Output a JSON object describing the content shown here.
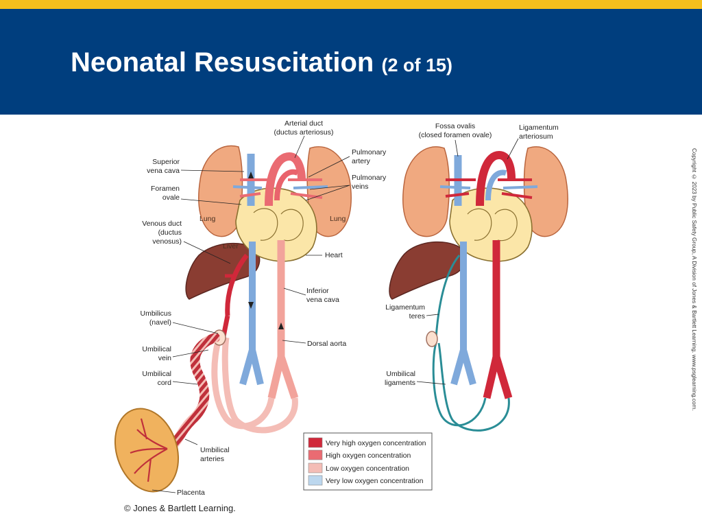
{
  "title": {
    "main": "Neonatal Resuscitation",
    "sub": "(2 of 15)"
  },
  "footer": {
    "copyright": "© Jones & Bartlett Learning."
  },
  "side_copyright": "Copyright © 2023 by Public Safety Group, A Division of Jones & Bartlett Learning. www.psglearning.com.",
  "fetal_labels": {
    "arterial_duct_1": "Arterial duct",
    "arterial_duct_2": "(ductus arteriosus)",
    "superior_vc_1": "Superior",
    "superior_vc_2": "vena cava",
    "foramen_1": "Foramen",
    "foramen_2": "ovale",
    "venous_duct_1": "Venous duct",
    "venous_duct_2": "(ductus",
    "venous_duct_3": "venosus)",
    "pulm_artery_1": "Pulmonary",
    "pulm_artery_2": "artery",
    "pulm_veins_1": "Pulmonary",
    "pulm_veins_2": "veins",
    "lung_left": "Lung",
    "lung_right": "Lung",
    "liver": "Liver",
    "heart": "Heart",
    "ivc_1": "Inferior",
    "ivc_2": "vena cava",
    "umbilicus_1": "Umbilicus",
    "umbilicus_2": "(navel)",
    "umb_vein_1": "Umbilical",
    "umb_vein_2": "vein",
    "umb_cord_1": "Umbilical",
    "umb_cord_2": "cord",
    "dorsal_aorta": "Dorsal aorta",
    "umb_arteries_1": "Umbilical",
    "umb_arteries_2": "arteries",
    "placenta": "Placenta"
  },
  "newborn_labels": {
    "fossa_1": "Fossa ovalis",
    "fossa_2": "(closed foramen ovale)",
    "lig_art_1": "Ligamentum",
    "lig_art_2": "arteriosum",
    "lig_teres_1": "Ligamentum",
    "lig_teres_2": "teres",
    "umb_lig_1": "Umbilical",
    "umb_lig_2": "ligaments"
  },
  "legend": [
    {
      "label": "Very high oxygen concentration",
      "color": "#d0283a"
    },
    {
      "label": "High oxygen concentration",
      "color": "#ea6b72"
    },
    {
      "label": "Low oxygen concentration",
      "color": "#f4bdb6"
    },
    {
      "label": "Very low oxygen concentration",
      "color": "#bcd7ee"
    }
  ],
  "colors": {
    "header_band": "#003e7e",
    "top_stripe": "#f5bf1c",
    "lung": "#f0a980",
    "heart": "#fbe6a8",
    "liver": "#8a3d32",
    "vein_blue": "#7fa9db",
    "ligament_teal": "#2a8d96"
  }
}
